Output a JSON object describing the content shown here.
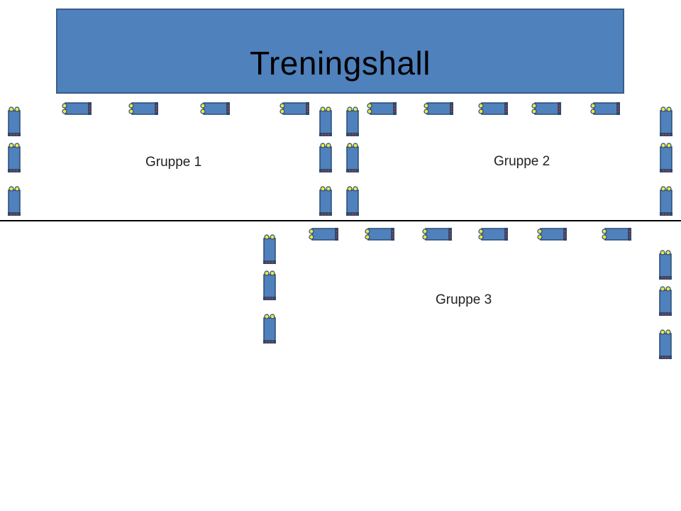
{
  "hall": {
    "title": "Treningshall"
  },
  "groups": [
    {
      "label": "Gruppe 1"
    },
    {
      "label": "Gruppe 2"
    },
    {
      "label": "Gruppe 3"
    }
  ],
  "colors": {
    "hall_fill": "#4f81bd",
    "hall_border": "#385d8a",
    "bike_fill": "#4f81bd",
    "bike_border": "#2b4a70",
    "handle": "#e8e84a",
    "seat": "#c0392b"
  },
  "icons": {
    "equipment": "exercise-bike-icon"
  }
}
